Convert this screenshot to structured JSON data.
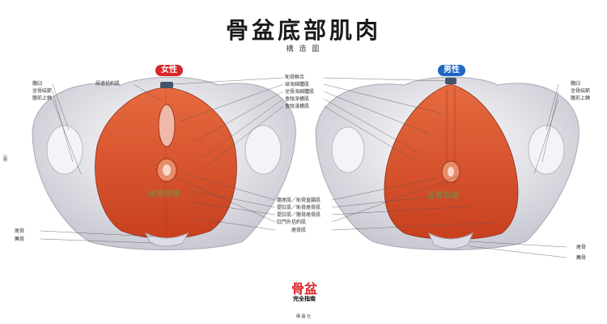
{
  "title": "骨盆底部肌肉",
  "subtitle": "構 造 圖",
  "female": {
    "badge": "女性",
    "left_labels": [
      "髖臼",
      "坐骨結節",
      "髂前上棘"
    ],
    "top_label": "尿道括約肌",
    "bottom_labels": [
      "尾骨",
      "薦骨"
    ]
  },
  "male": {
    "badge": "男性",
    "right_labels": [
      "髖臼",
      "坐骨結節",
      "髂前上棘"
    ],
    "bottom_labels": [
      "尾骨",
      "薦骨"
    ]
  },
  "center_labels_top": [
    "恥骨聯合",
    "球海綿體肌",
    "坐骨海綿體肌",
    "會陰深橫肌",
    "會陰淺橫肌"
  ],
  "center_labels_bottom": [
    "髂尾肌／恥骨直腸肌",
    "提肛肌／恥骨尾骨肌",
    "提肛肌／髂骨尾骨肌",
    "肛門外括約肌",
    "尾骨肌"
  ],
  "edge_mark": "〔圖〕",
  "watermark": "品質保證",
  "logo": {
    "big": "骨盆",
    "small": "完全指南"
  },
  "footer": "構 圖 社",
  "colors": {
    "muscle": "#d9552e",
    "bone": "#e6e6ec",
    "female_badge": "#d8262b",
    "male_badge": "#1f66c4"
  }
}
